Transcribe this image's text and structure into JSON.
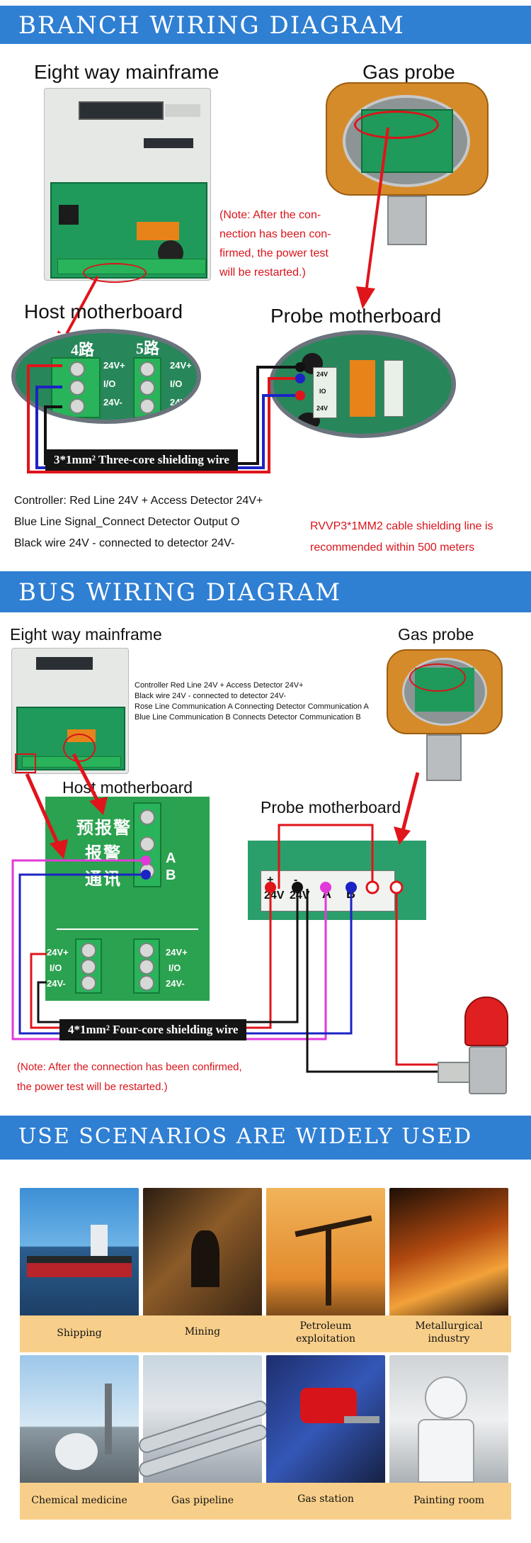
{
  "sections": {
    "branch_title": "BRANCH WIRING DIAGRAM",
    "bus_title": "BUS WIRING DIAGRAM",
    "scenarios_title": "USE SCENARIOS ARE WIDELY USED"
  },
  "branch": {
    "mainframe_label": "Eight way mainframe",
    "probe_label": "Gas probe",
    "note_lines": [
      "(Note: After the con-",
      "nection has been con-",
      "firmed, the power test",
      "will be restarted.)"
    ],
    "host_mb_label": "Host motherboard",
    "probe_mb_label": "Probe motherboard",
    "host_route_labels": [
      "4路",
      "5路"
    ],
    "host_pins": [
      "24V+",
      "I/O",
      "24V-"
    ],
    "probe_pins": [
      "24V",
      "IO",
      "24V"
    ],
    "cable_label": "3*1mm² Three-core shielding wire",
    "controller_lines": [
      "Controller:  Red Line 24V + Access Detector 24V+",
      "Blue Line Signal_Connect Detector Output O",
      "Black wire 24V - connected to detector 24V-"
    ],
    "cable_note_lines": [
      "RVVP3*1MM2 cable shielding line is",
      "recommended within 500 meters"
    ]
  },
  "bus": {
    "mainframe_label": "Eight way mainframe",
    "probe_label": "Gas probe",
    "info_lines": [
      "Controller Red Line 24V + Access Detector 24V+",
      "Black wire 24V - connected to detector 24V-",
      "Rose Line Communication A Connecting Detector Communication A",
      "Blue Line Communication B Connects Detector Communication B"
    ],
    "host_mb_label": "Host motherboard",
    "probe_mb_label": "Probe motherboard",
    "host_chinese_labels": [
      "预报警",
      "报警",
      "通讯"
    ],
    "host_ab": [
      "A",
      "B"
    ],
    "host_pins": [
      "24V+",
      "I/O",
      "24V-"
    ],
    "probe_terminals": [
      "+",
      "-",
      "A",
      "B"
    ],
    "probe_v": [
      "24V",
      "24V"
    ],
    "cable_label": "4*1mm² Four-core shielding wire",
    "note_lines": [
      "(Note: After the connection has been confirmed,",
      "the power test will be restarted.)"
    ]
  },
  "scenarios": [
    {
      "label": "Shipping",
      "icon": "ship-photo"
    },
    {
      "label": "Mining",
      "icon": "mining-photo"
    },
    {
      "label": "Petroleum exploitation",
      "line1": "Petroleum",
      "line2": "exploitation",
      "icon": "oil-pump-photo"
    },
    {
      "label": "Metallurgical industry",
      "line1": "Metallurgical",
      "line2": "industry",
      "icon": "foundry-photo"
    },
    {
      "label": "Chemical medicine",
      "icon": "chemical-plant-photo"
    },
    {
      "label": "Gas pipeline",
      "icon": "pipeline-photo"
    },
    {
      "label": "Gas station",
      "icon": "fuel-nozzle-photo"
    },
    {
      "label": "Painting room",
      "icon": "painter-photo"
    }
  ],
  "colors": {
    "banner": "#2f7fd3",
    "red_wire": "#e0141b",
    "blue_wire": "#1c23c4",
    "black_wire": "#111111",
    "rose_wire": "#e23ad8",
    "caption_bar": "#f8cf8a"
  }
}
